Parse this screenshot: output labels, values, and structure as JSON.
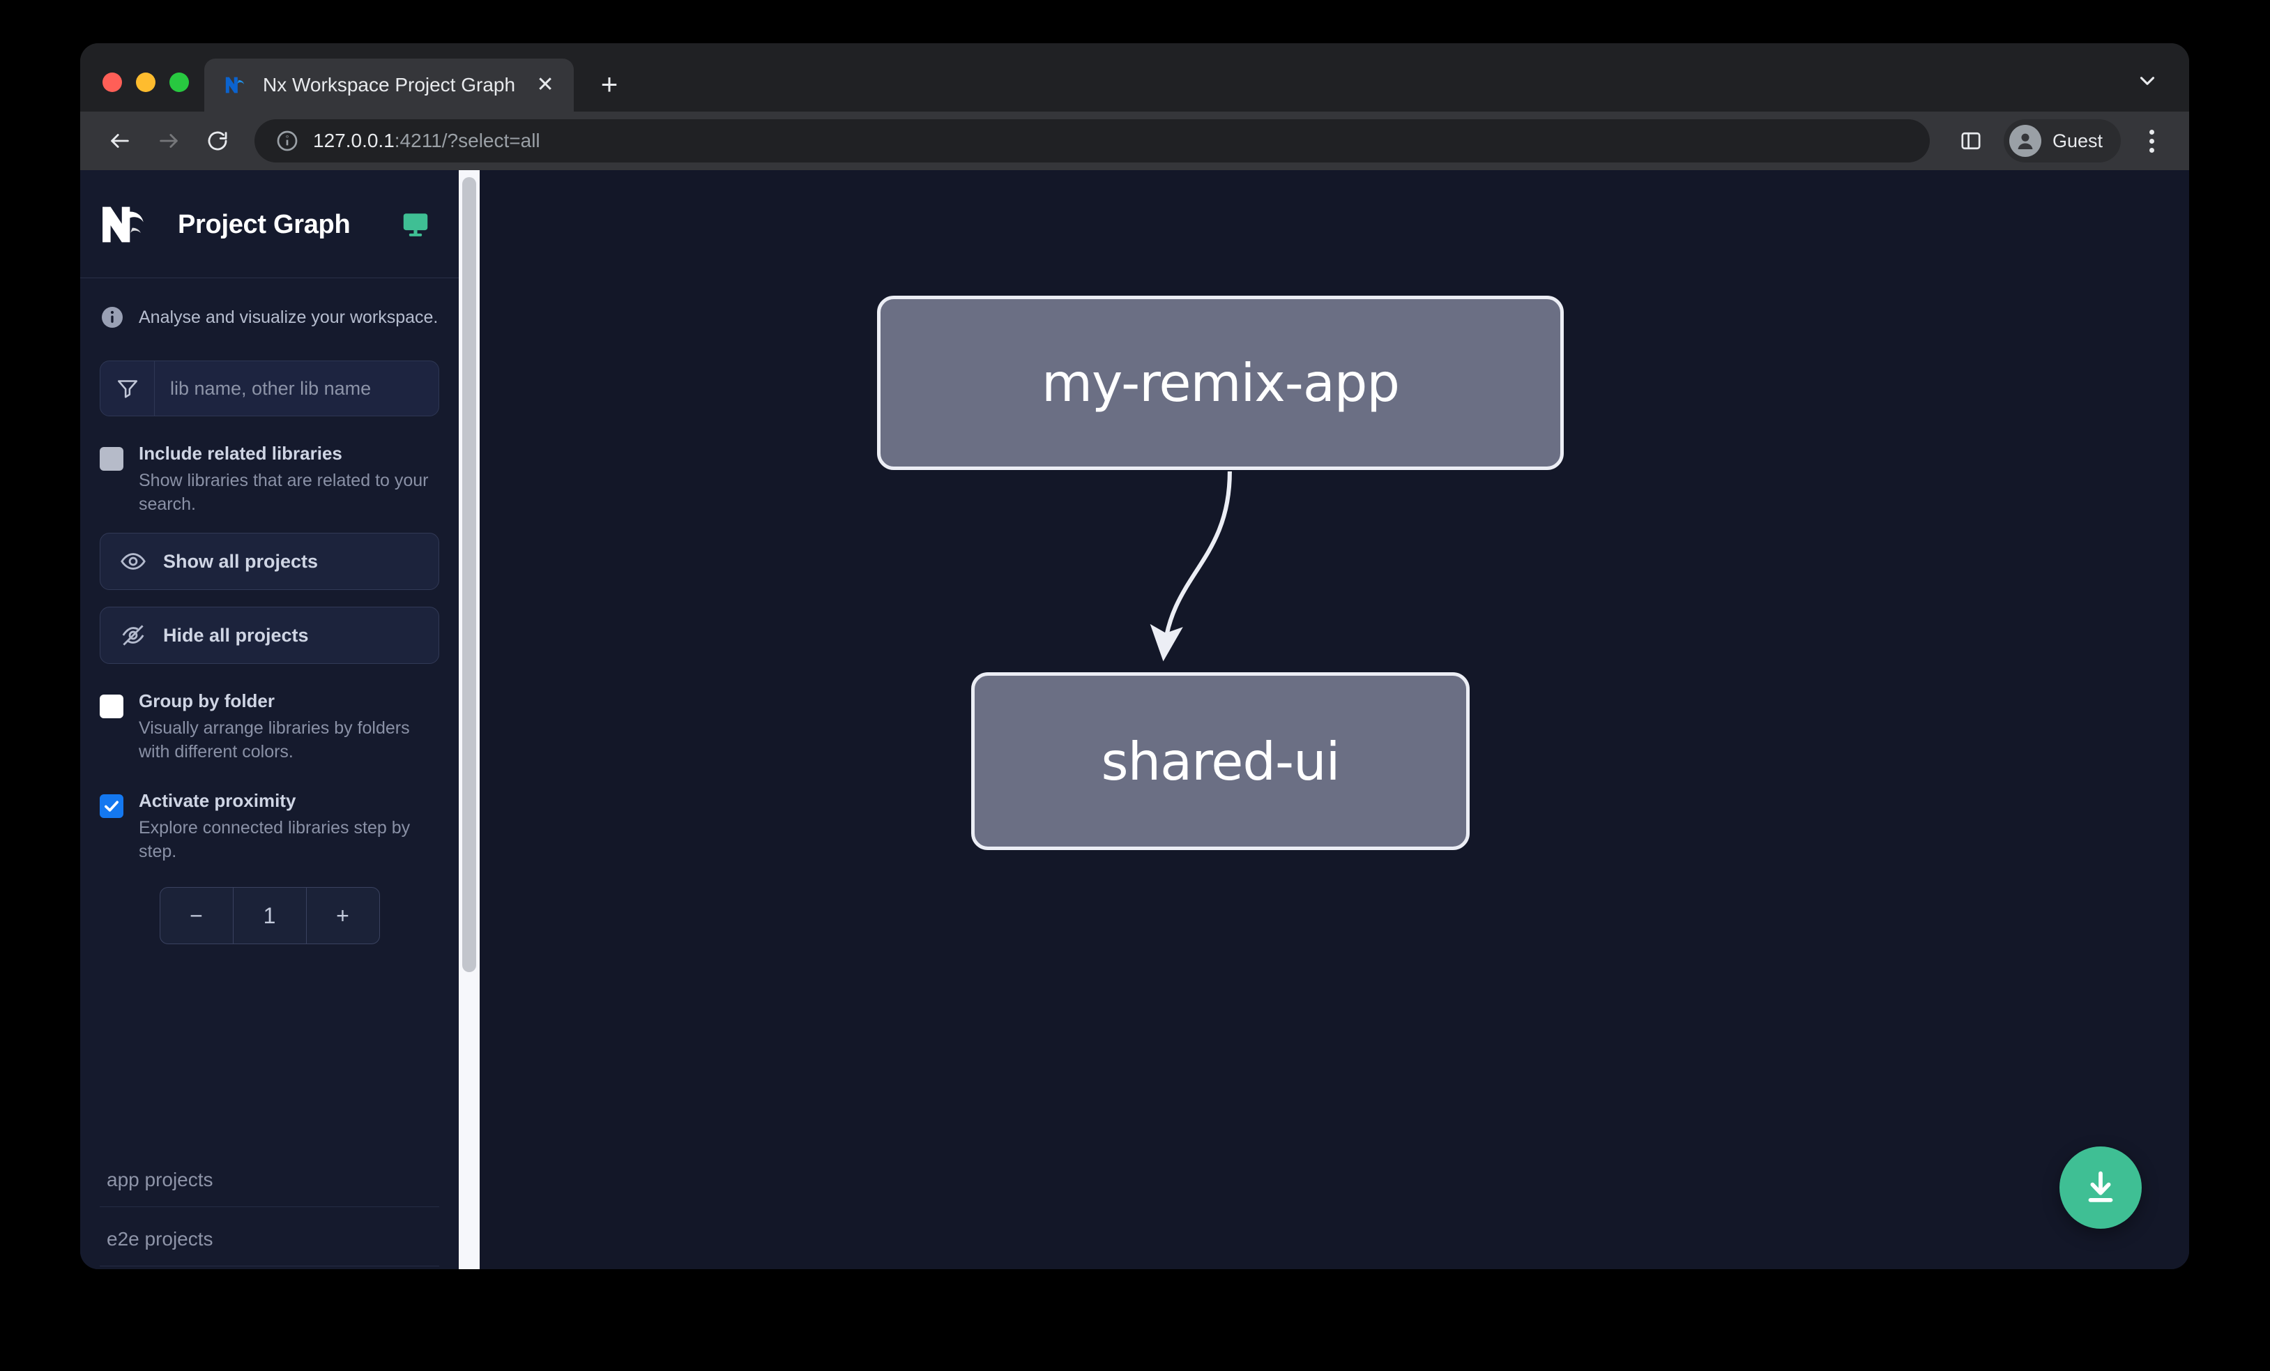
{
  "browser": {
    "tab": {
      "title": "Nx Workspace Project Graph",
      "favicon": "nx-favicon-icon",
      "close_label": "✕"
    },
    "new_tab_label": "+",
    "tab_search_icon": "chevron-down-icon",
    "toolbar": {
      "back_icon": "arrow-left-icon",
      "forward_icon": "arrow-right-icon",
      "reload_icon": "reload-icon",
      "site_info_icon": "info-circle-icon",
      "url_host": "127.0.0.1",
      "url_rest": ":4211/?select=all",
      "side_panel_icon": "side-panel-icon",
      "profile_name": "Guest",
      "profile_icon": "account-circle-icon",
      "menu_icon": "kebab-menu-icon"
    }
  },
  "sidebar": {
    "logo_icon": "nx-logo-icon",
    "title": "Project Graph",
    "monitor_icon": "monitor-icon",
    "subtitle": "Analyse and visualize your workspace.",
    "info_icon": "info-icon",
    "search": {
      "icon": "filter-funnel-icon",
      "placeholder": "lib name, other lib name",
      "value": ""
    },
    "options": [
      {
        "label": "Include related libraries",
        "desc": "Show libraries that are related to your search.",
        "state": "disabled"
      },
      {
        "label": "Group by folder",
        "desc": "Visually arrange libraries by folders with different colors.",
        "state": "unchecked"
      },
      {
        "label": "Activate proximity",
        "desc": "Explore connected libraries step by step.",
        "state": "checked"
      }
    ],
    "buttons": [
      {
        "label": "Show all projects",
        "icon": "eye-icon"
      },
      {
        "label": "Hide all projects",
        "icon": "eye-slash-icon"
      }
    ],
    "stepper": {
      "decrement_label": "−",
      "value": "1",
      "increment_label": "+"
    },
    "sections": [
      {
        "label": "app projects"
      },
      {
        "label": "e2e projects"
      }
    ]
  },
  "graph": {
    "nodes": [
      {
        "id": "my-remix-app",
        "label": "my-remix-app"
      },
      {
        "id": "shared-ui",
        "label": "shared-ui"
      }
    ],
    "edges": [
      {
        "from": "my-remix-app",
        "to": "shared-ui"
      }
    ],
    "download_button": {
      "icon": "download-icon",
      "color": "#3fbf94"
    }
  },
  "colors": {
    "canvas_bg": "#131728",
    "sidebar_bg": "#151a2d",
    "node_fill": "#6b6f84",
    "node_border": "#eceef5",
    "accent_green": "#3fbf94",
    "checkbox_blue": "#1478f0"
  }
}
